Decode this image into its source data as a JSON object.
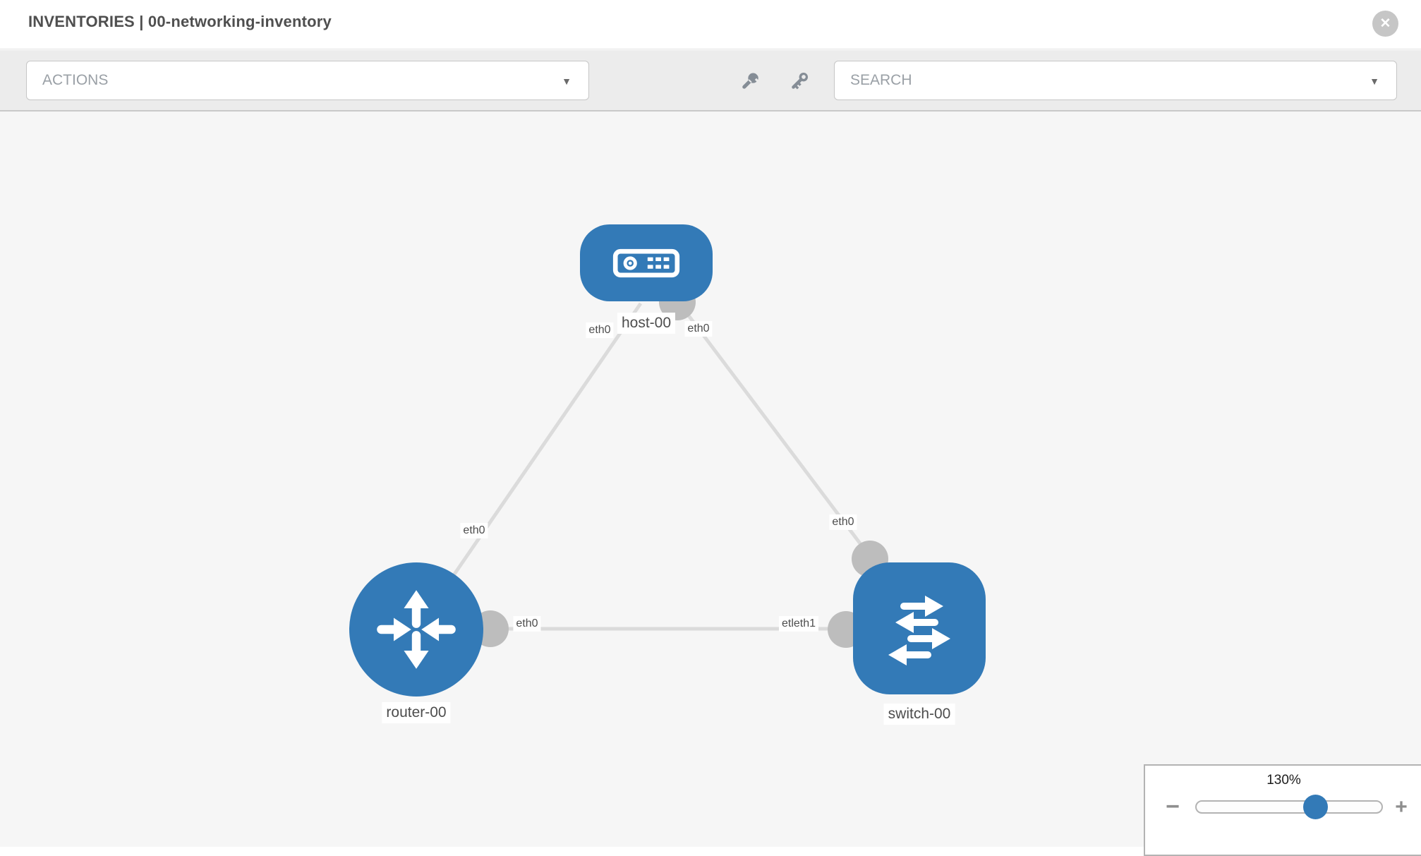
{
  "header": {
    "title": "INVENTORIES | 00-networking-inventory"
  },
  "toolbar": {
    "actions_label": "ACTIONS",
    "search_placeholder": "SEARCH"
  },
  "icons": {
    "close_glyph": "✕",
    "caret_glyph": "▼"
  },
  "topology": {
    "nodes": [
      {
        "id": "host-00",
        "label": "host-00",
        "type": "host",
        "shape": "rounded-rect"
      },
      {
        "id": "router-00",
        "label": "router-00",
        "type": "router",
        "shape": "circle"
      },
      {
        "id": "switch-00",
        "label": "switch-00",
        "type": "switch",
        "shape": "rounded-square"
      }
    ],
    "links": [
      {
        "from": "host-00",
        "to": "router-00",
        "from_interface": "eth0",
        "to_interface": "eth0"
      },
      {
        "from": "host-00",
        "to": "switch-00",
        "from_interface": "eth0",
        "to_interface": "eth0"
      },
      {
        "from": "router-00",
        "to": "switch-00",
        "from_interface": "eth0",
        "to_interface_visible": "etleth1"
      }
    ],
    "labels": {
      "host": "host-00",
      "router": "router-00",
      "switch": "switch-00",
      "host_left_if": "eth0",
      "host_right_if": "eth0",
      "router_top_if": "eth0",
      "router_right_if": "eth0",
      "switch_top_if": "eth0",
      "switch_left_if": "etleth1"
    }
  },
  "zoom_control": {
    "percent": "130%",
    "value": 130,
    "minus_glyph": "−",
    "plus_glyph": "+"
  },
  "colors": {
    "node_blue": "#337ab7",
    "link_gray": "#dbdbdb",
    "interface_gray": "#bdbdbd",
    "canvas_bg": "#f6f6f6",
    "toolbar_bg": "#ececec",
    "label_text": "#4d4d4d"
  }
}
